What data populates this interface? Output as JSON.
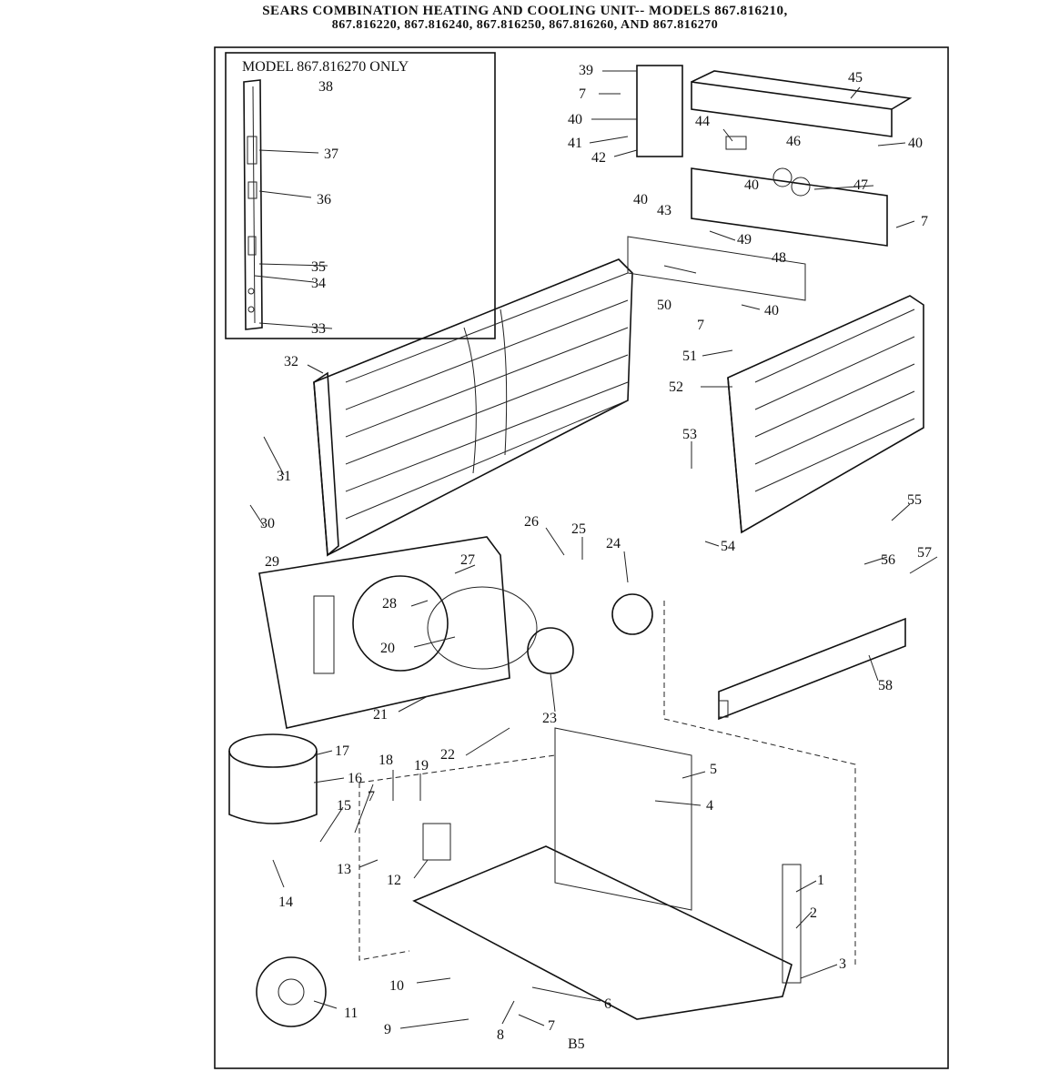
{
  "title": {
    "line1": "SEARS COMBINATION HEATING AND COOLING UNIT-- MODELS 867.816210,",
    "line2": "867.816220, 867.816240, 867.816250, 867.816260, AND 867.816270"
  },
  "inset": {
    "title": "MODEL 867.816270 ONLY"
  },
  "page_number": "B5",
  "labels": {
    "p1": "1",
    "p2": "2",
    "p3": "3",
    "p4": "4",
    "p5": "5",
    "p6": "6",
    "p7": "7",
    "p8": "8",
    "p9": "9",
    "p10": "10",
    "p11": "11",
    "p12": "12",
    "p13": "13",
    "p14": "14",
    "p15": "15",
    "p16": "16",
    "p17": "17",
    "p18": "18",
    "p19": "19",
    "p20": "20",
    "p21": "21",
    "p22": "22",
    "p23": "23",
    "p24": "24",
    "p25": "25",
    "p26": "26",
    "p27": "27",
    "p28": "28",
    "p29": "29",
    "p30": "30",
    "p31": "31",
    "p32": "32",
    "p33": "33",
    "p34": "34",
    "p35": "35",
    "p36": "36",
    "p37": "37",
    "p38": "38",
    "p39": "39",
    "p40": "40",
    "p41": "41",
    "p42": "42",
    "p43": "43",
    "p44": "44",
    "p45": "45",
    "p46": "46",
    "p47": "47",
    "p48": "48",
    "p49": "49",
    "p50": "50",
    "p51": "51",
    "p52": "52",
    "p53": "53",
    "p54": "54",
    "p55": "55",
    "p56": "56",
    "p57": "57",
    "p58": "58"
  }
}
